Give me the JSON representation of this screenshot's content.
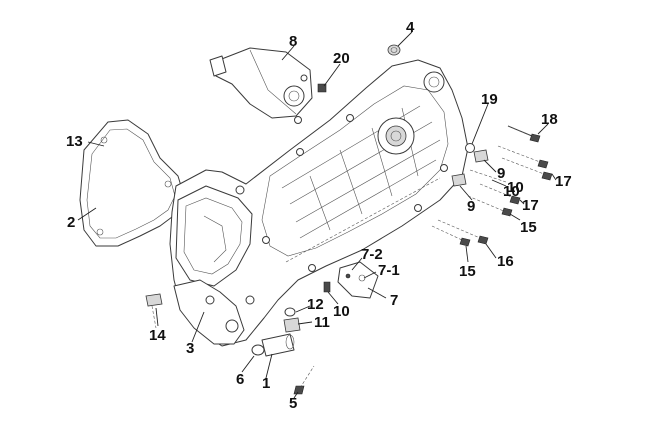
{
  "diagram": {
    "labels": [
      "8",
      "20",
      "4",
      "19",
      "18",
      "13",
      "9",
      "10",
      "17",
      "9",
      "17",
      "10",
      "15",
      "2",
      "16",
      "15",
      "7-2",
      "7-1",
      "7",
      "12",
      "10",
      "11",
      "14",
      "3",
      "6",
      "1",
      "5"
    ]
  }
}
